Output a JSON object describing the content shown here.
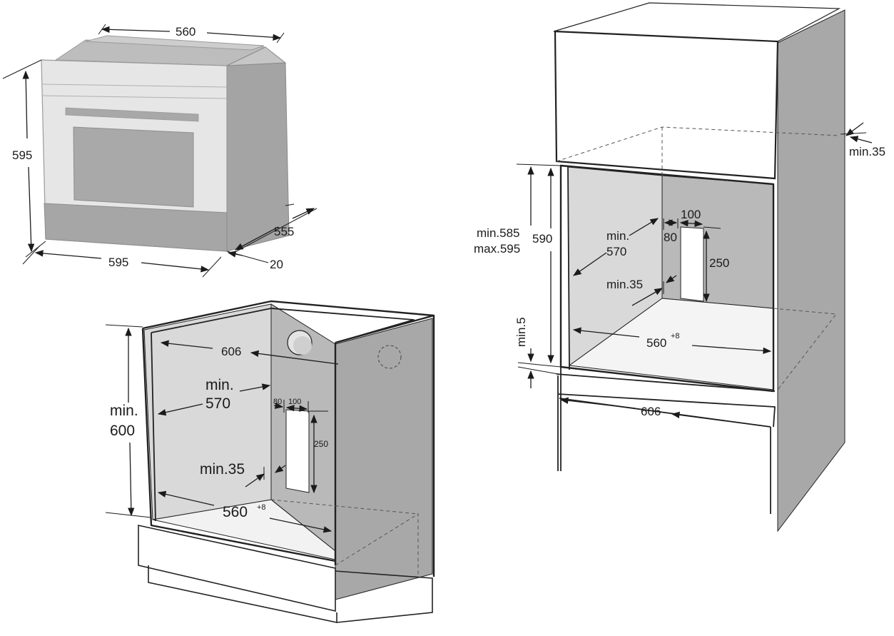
{
  "oven": {
    "width_top": "560",
    "height": "595",
    "depth": "555",
    "front_offset": "20",
    "width_bottom": "595"
  },
  "under_counter": {
    "inner_width": "606",
    "min_label": "min.",
    "min_value": "570",
    "height_min": "min.",
    "height_value": "600",
    "vent_80": "80",
    "vent_100": "100",
    "vent_250": "250",
    "back_gap": "min.35",
    "niche_width": "560",
    "niche_tol": "+8"
  },
  "tall_cabinet": {
    "side_gap": "min.35",
    "opening_min": "min.585",
    "opening_max": "max.595",
    "opening_590": "590",
    "min_label": "min.",
    "min_value": "570",
    "vent_100": "100",
    "vent_80": "80",
    "vent_250": "250",
    "back_gap": "min.35",
    "floor_gap": "min.5",
    "niche_width": "560",
    "niche_tol": "+8",
    "base_width": "606"
  },
  "colors": {
    "panel_dark": "#a7a7a7",
    "panel_mid": "#b7b7b7",
    "panel_light": "#d6d6d6",
    "oven_front": "#e4e4e4",
    "oven_window": "#a9a9a9",
    "line": "#1b1b1b"
  }
}
